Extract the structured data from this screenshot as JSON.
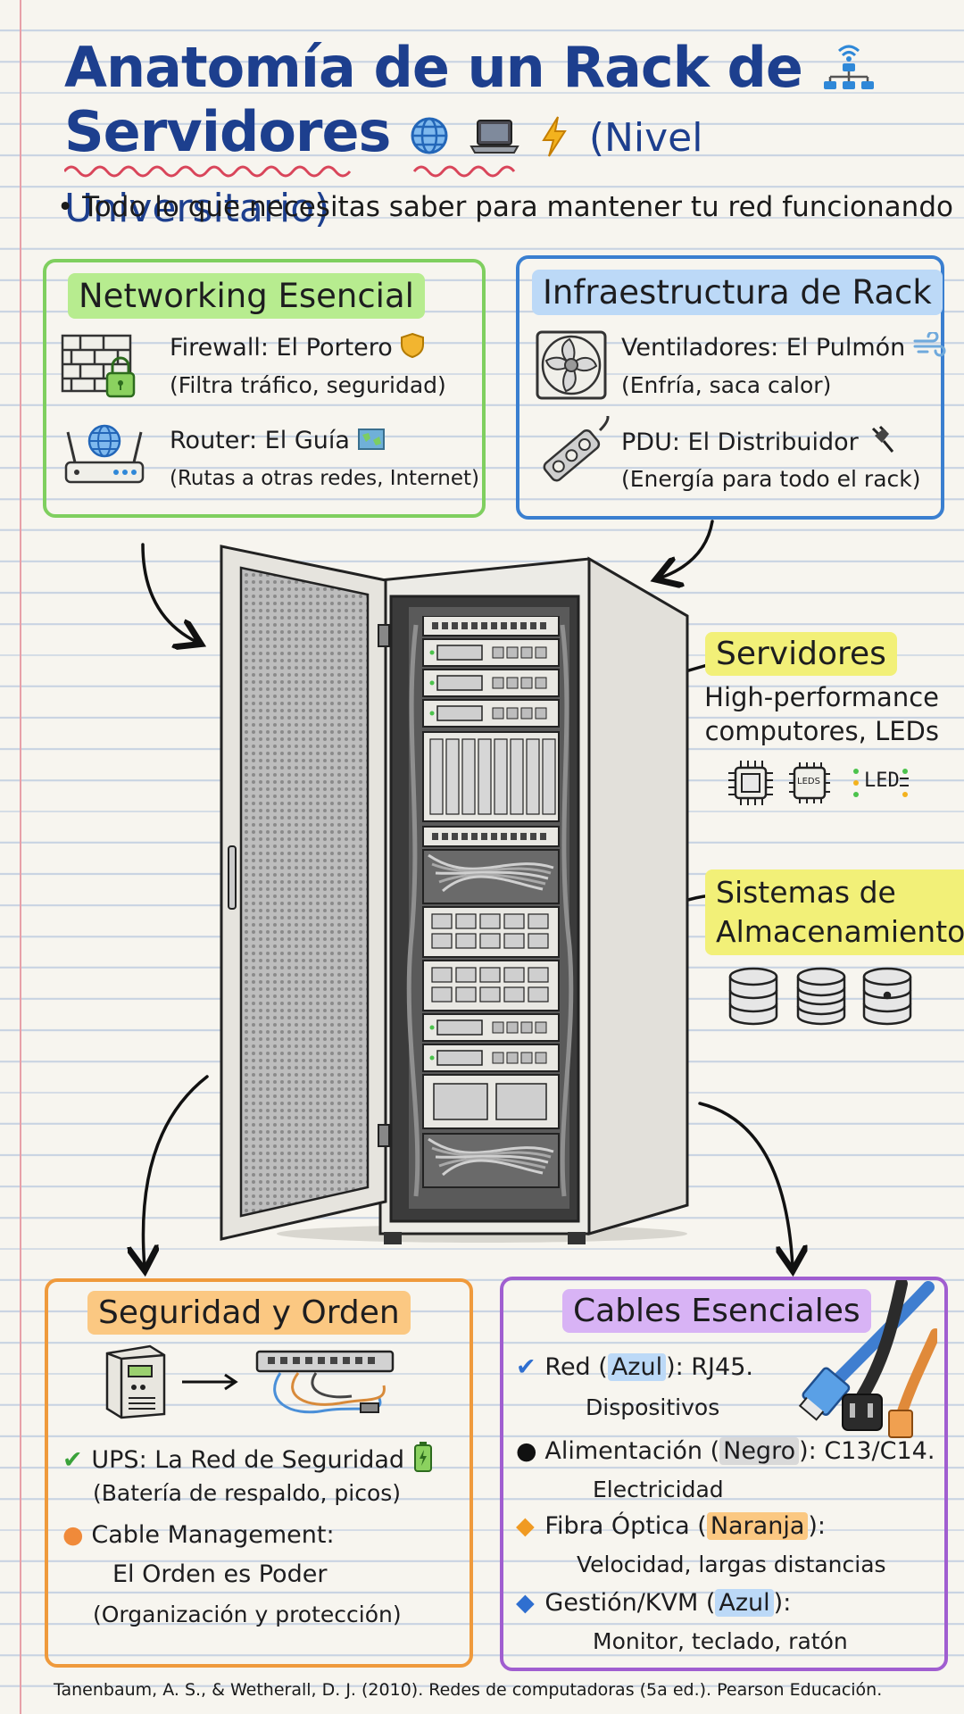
{
  "title": {
    "line1": "Anatomía de un Rack de",
    "line2": "Servidores",
    "suffix": "(Nivel Universitario)"
  },
  "tagline": "Todo lo que necesitas saber para mantener tu red funcionando",
  "networking": {
    "heading": "Networking Esencial",
    "firewall": {
      "title": "Firewall: El Portero",
      "desc": "(Filtra tráfico, seguridad)"
    },
    "router": {
      "title": "Router: El Guía",
      "desc": "(Rutas a otras redes, Internet)"
    }
  },
  "infra": {
    "heading": "Infraestructura de Rack",
    "fans": {
      "title": "Ventiladores: El Pulmón",
      "desc": "(Enfría, saca calor)"
    },
    "pdu": {
      "title": "PDU: El Distribuidor",
      "desc": "(Energía para todo el rack)"
    }
  },
  "servers": {
    "heading": "Servidores",
    "desc_line1": "High-performance",
    "desc_line2": "computores, LEDs",
    "chip_leds": "LEDS",
    "chip_led": "LED"
  },
  "storage": {
    "heading_line1": "Sistemas de",
    "heading_line2": "Almacenamiento"
  },
  "security": {
    "heading": "Seguridad y Orden",
    "ups_title": "UPS: La Red de Seguridad",
    "ups_desc": "(Batería de respaldo, picos)",
    "cm_title": "Cable Management:",
    "cm_line2": "El Orden es Poder",
    "cm_line3": "(Organización y protección)"
  },
  "cables": {
    "heading": "Cables Esenciales",
    "items": [
      {
        "pre": "Red (",
        "color": "Azul",
        "post": "): RJ45.",
        "desc": "Dispositivos"
      },
      {
        "pre": "Alimentación (",
        "color": "Negro",
        "post": "): C13/C14.",
        "desc": "Electricidad"
      },
      {
        "pre": "Fibra Óptica (",
        "color": "Naranja",
        "post": "):",
        "desc": "Velocidad, largas distancias"
      },
      {
        "pre": "Gestión/KVM (",
        "color": "Azul",
        "post": "):",
        "desc": "Monitor, teclado, ratón"
      }
    ]
  },
  "citation": "Tanenbaum, A. S., & Wetherall, D. J. (2010). Redes de computadoras (5a ed.). Pearson Educación.",
  "colors": {
    "title": "#1d3f8e",
    "green_box": "#7fcf5f",
    "blue_box": "#3a7fd0",
    "orange_box": "#ef9a3c",
    "purple_box": "#a05ed0",
    "yellow_highlight": "#f2f078"
  },
  "icons": [
    "wifi-network-icon",
    "globe-icon",
    "laptop-icon",
    "lightning-icon",
    "firewall-icon",
    "shield-icon",
    "router-icon",
    "map-icon",
    "fan-icon",
    "wind-icon",
    "pdu-icon",
    "plug-icon",
    "cpu-chip-icon",
    "database-icon",
    "ups-icon",
    "patch-panel-icon",
    "battery-icon",
    "cables-icon"
  ]
}
